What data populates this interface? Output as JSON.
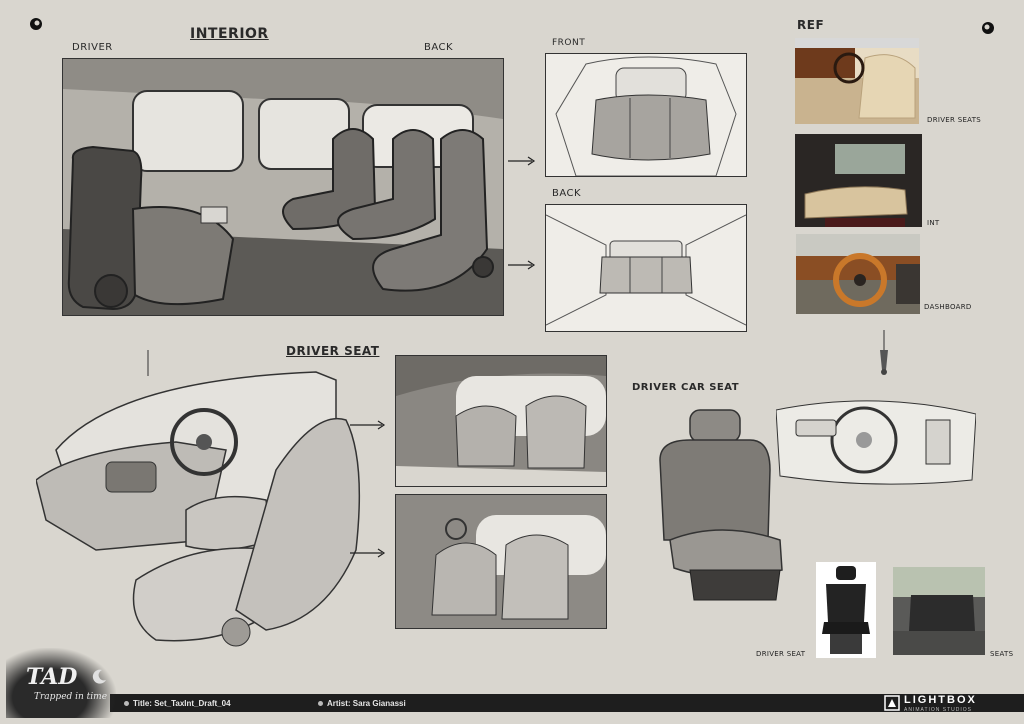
{
  "headings": {
    "interior": "INTERIOR",
    "driver": "DRIVER",
    "back_top": "BACK",
    "front": "FRONT",
    "back": "BACK",
    "ref": "REF",
    "driver_seat": "DRIVER SEAT",
    "driver_car_seat": "DRIVER CAR SEAT"
  },
  "ref_labels": {
    "driver_seats": "DRIVER SEATS",
    "int": "INT",
    "dashboard": "DASHBOARD",
    "driver_seat_photo": "DRIVER SEAT",
    "seats": "SEATS"
  },
  "footer": {
    "logo_title": "TAD",
    "logo_subtitle": "Trapped in time",
    "title": "Title: Set_TaxInt_Draft_04",
    "artist": "Artist: Sara Gianassi",
    "studio": "LIGHTBOX",
    "studio_sub": "ANIMATION STUDIOS"
  },
  "colors": {
    "background": "#d9d6cf",
    "footer_bar": "#1e1e1e",
    "sketch_ink": "#2a2a2a"
  }
}
